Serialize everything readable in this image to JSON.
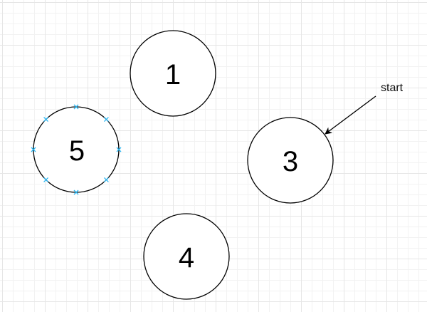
{
  "nodes": [
    {
      "id": "node-1",
      "label": "1",
      "selected": false
    },
    {
      "id": "node-5",
      "label": "5",
      "selected": true
    },
    {
      "id": "node-3",
      "label": "3",
      "selected": false
    },
    {
      "id": "node-4",
      "label": "4",
      "selected": false
    }
  ],
  "annotation": {
    "label": "start",
    "points_to": "3"
  },
  "colors": {
    "stroke": "#000000",
    "selection_handle": "#29b6f2"
  }
}
